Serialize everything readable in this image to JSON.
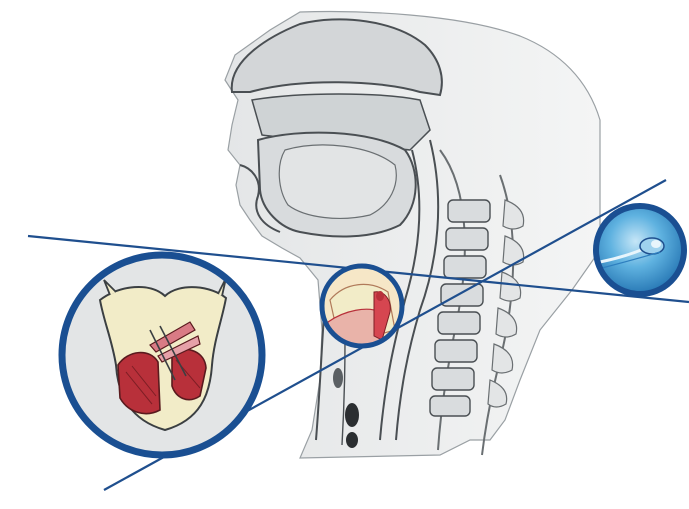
{
  "colors": {
    "background": "#ffffff",
    "guide_line": "#1f4f8e",
    "ring": "#1a4f92",
    "bone": "#cfd2d4",
    "soft_tissue": "#e6e8e9",
    "cartilage": "#f2ecc8",
    "muscle": "#b8303a",
    "inset_bg": "#e3e5e6",
    "device_bg": "#3a93cf"
  },
  "figure": {
    "subject": "sagittal-head-neck-cross-section",
    "left_inset": "larynx-vocal-folds-detail",
    "right_inset": "implant-device-photo"
  }
}
